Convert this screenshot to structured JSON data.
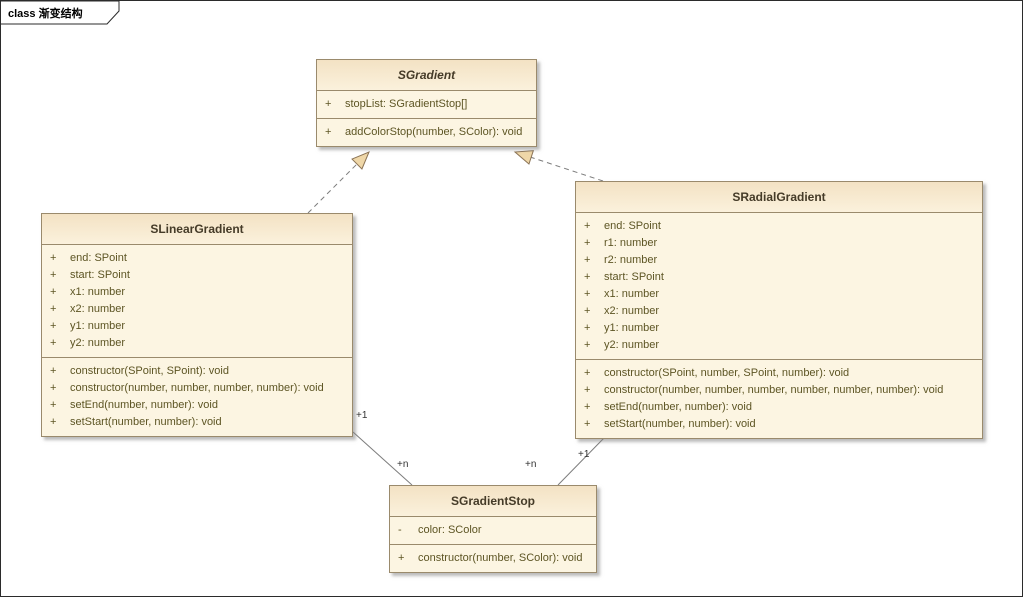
{
  "frame": {
    "label": "class 渐变结构"
  },
  "classes": {
    "sgradient": {
      "name": "SGradient",
      "stereotype": "abstract",
      "attributes": [
        {
          "sign": "+",
          "text": "stopList: SGradientStop[]"
        }
      ],
      "methods": [
        {
          "sign": "+",
          "text": "addColorStop(number, SColor): void"
        }
      ]
    },
    "slinear": {
      "name": "SLinearGradient",
      "attributes": [
        {
          "sign": "+",
          "text": "end: SPoint"
        },
        {
          "sign": "+",
          "text": "start: SPoint"
        },
        {
          "sign": "+",
          "text": "x1: number"
        },
        {
          "sign": "+",
          "text": "x2: number"
        },
        {
          "sign": "+",
          "text": "y1: number"
        },
        {
          "sign": "+",
          "text": "y2: number"
        }
      ],
      "methods": [
        {
          "sign": "+",
          "text": "constructor(SPoint, SPoint): void"
        },
        {
          "sign": "+",
          "text": "constructor(number, number, number, number): void"
        },
        {
          "sign": "+",
          "text": "setEnd(number, number): void"
        },
        {
          "sign": "+",
          "text": "setStart(number, number): void"
        }
      ]
    },
    "sradial": {
      "name": "SRadialGradient",
      "attributes": [
        {
          "sign": "+",
          "text": "end: SPoint"
        },
        {
          "sign": "+",
          "text": "r1: number"
        },
        {
          "sign": "+",
          "text": "r2: number"
        },
        {
          "sign": "+",
          "text": "start: SPoint"
        },
        {
          "sign": "+",
          "text": "x1: number"
        },
        {
          "sign": "+",
          "text": "x2: number"
        },
        {
          "sign": "+",
          "text": "y1: number"
        },
        {
          "sign": "+",
          "text": "y2: number"
        }
      ],
      "methods": [
        {
          "sign": "+",
          "text": "constructor(SPoint, number, SPoint, number): void"
        },
        {
          "sign": "+",
          "text": "constructor(number, number, number, number, number, number): void"
        },
        {
          "sign": "+",
          "text": "setEnd(number, number): void"
        },
        {
          "sign": "+",
          "text": "setStart(number, number): void"
        }
      ]
    },
    "sstop": {
      "name": "SGradientStop",
      "attributes": [
        {
          "sign": "-",
          "text": "color: SColor"
        }
      ],
      "methods": [
        {
          "sign": "+",
          "text": "constructor(number, SColor): void"
        }
      ]
    }
  },
  "relations": {
    "linear_to_stop": {
      "source_mult": "+1",
      "target_mult": "+n"
    },
    "radial_to_stop": {
      "source_mult": "+1",
      "target_mult": "+n"
    }
  },
  "colors": {
    "box_fill": "#fcf5e2",
    "box_border": "#9a8a6c",
    "header_top": "#f3e2c4",
    "header_bottom": "#fbf1dc",
    "title_color": "#453b28",
    "member_color": "#5d5524",
    "line_color": "#7d7d7d",
    "triangle_fill": "#efd7a8",
    "triangle_stroke": "#8b7355"
  }
}
